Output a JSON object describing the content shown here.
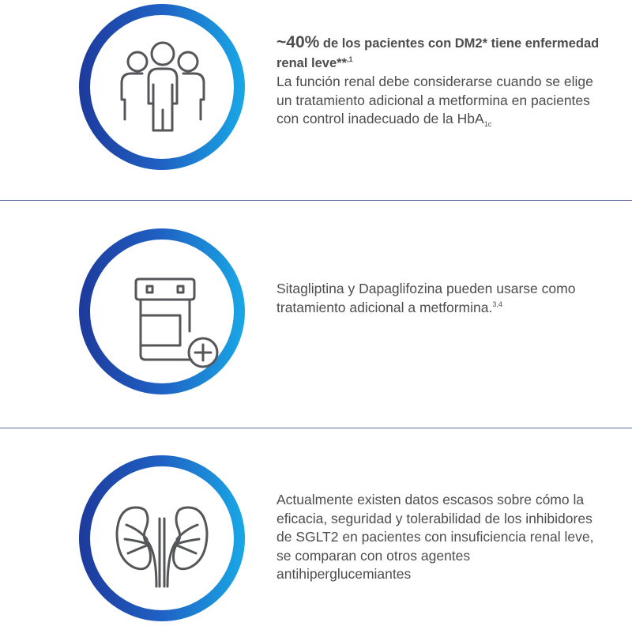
{
  "section1": {
    "icon": "people-group-icon",
    "headline_stat": "~40%",
    "headline_rest": " de los pacientes con DM2* tiene enfermedad renal leve**",
    "headline_refs": ",1",
    "body_text": "La función renal debe considerarse cuando se elige un tratamiento adicional a metformina en pacientes con control inadecuado de la HbA",
    "body_sub": "1c"
  },
  "section2": {
    "icon": "pill-bottle-plus-icon",
    "body_text": "Sitagliptina y Dapaglifozina pueden usarse como tratamiento adicional a metformina.",
    "body_refs": "3,4"
  },
  "section3": {
    "icon": "kidneys-icon",
    "body_text": "Actualmente existen datos escasos sobre cómo la eficacia, seguridad y tolerabilidad de los inhibidores de SGLT2 en pacientes con insuficiencia renal leve, se comparan con otros agentes antihiperglucemiantes"
  },
  "colors": {
    "ring_start": "#1d3a9c",
    "ring_mid": "#1f62c4",
    "ring_end": "#19a8e6",
    "divider": "#5b6a9e",
    "text": "#4d4d4d",
    "icon": "#55565a"
  }
}
